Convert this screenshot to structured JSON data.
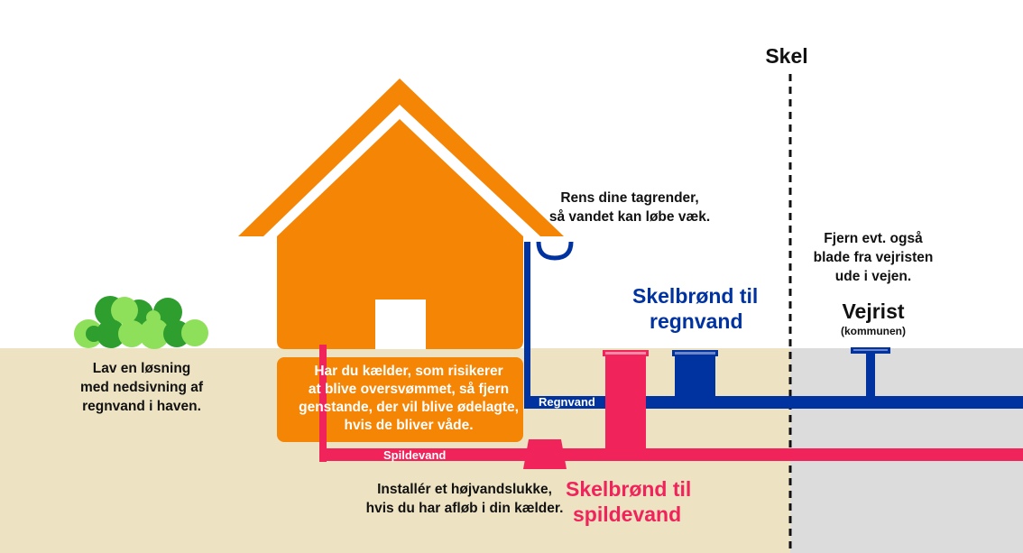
{
  "labels": {
    "skel": "Skel",
    "gutter_note": [
      "Rens dine tagrender,",
      "så vandet kan løbe væk."
    ],
    "vejrist_note": [
      "Fjern evt. også",
      "blade fra vejristen",
      "ude i vejen."
    ],
    "vejrist_title": "Vejrist",
    "vejrist_sub": "(kommunen)",
    "skelbrond_regn": [
      "Skelbrønd til",
      "regnvand"
    ],
    "skelbrond_spild": [
      "Skelbrønd til",
      "spildevand"
    ],
    "garden_note": [
      "Lav en løsning",
      "med nedsivning af",
      "regnvand i haven."
    ],
    "basement_note": [
      "Har du kælder, som risikerer",
      "at blive oversvømmet, så fjern",
      "genstande, der vil blive ødelagte,",
      "hvis de bliver våde."
    ],
    "pipe_rain": "Regnvand",
    "pipe_waste": "Spildevand",
    "valve_note": [
      "Installér et højvandslukke,",
      "hvis du har afløb i din kælder."
    ]
  },
  "colors": {
    "house": "#f58505",
    "ground": "#ede3c3",
    "public_ground": "#dcdcdc",
    "rain_pipe": "#0033a0",
    "waste_pipe": "#f0245a",
    "bush_dark": "#2e9e2e",
    "bush_light": "#8ee05a"
  }
}
